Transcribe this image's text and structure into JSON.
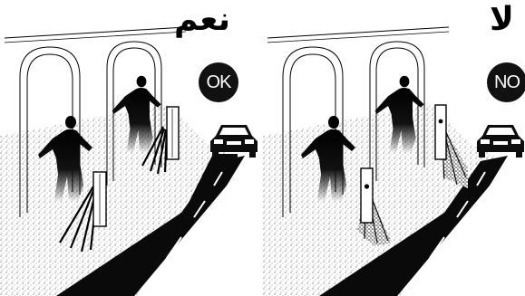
{
  "panels": [
    {
      "title": "نعم",
      "badge": "OK",
      "sensor_state": "beams-clear-of-path"
    },
    {
      "title": "لا",
      "badge": "NO",
      "sensor_state": "beams-crossing-path"
    }
  ],
  "colors": {
    "ink": "#000000",
    "road": "#0a0a0a",
    "paper": "#ffffff",
    "badge": "#111111"
  },
  "icons": [
    "arch",
    "pedestrian",
    "sensor-post",
    "detection-beam",
    "car",
    "road"
  ]
}
